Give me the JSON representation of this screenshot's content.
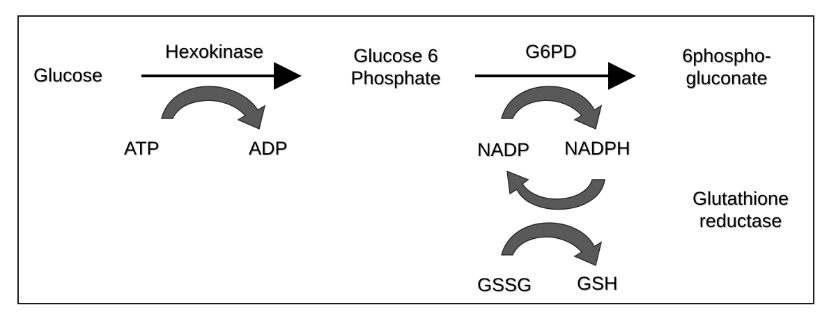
{
  "labels": {
    "glucose": "Glucose",
    "hexokinase": "Hexokinase",
    "glucose6p_line1": "Glucose 6",
    "glucose6p_line2": "Phosphate",
    "g6pd": "G6PD",
    "product_line1": "6phospho-",
    "product_line2": "gluconate",
    "atp": "ATP",
    "adp": "ADP",
    "nadp": "NADP",
    "nadph": "NADPH",
    "gr_line1": "Glutathione",
    "gr_line2": "reductase",
    "gssg": "GSSG",
    "gsh": "GSH"
  },
  "colors": {
    "border": "#1a1a1a",
    "arrow": "#000000",
    "curved_arrow_fill": "#595959",
    "curved_arrow_stroke": "#2b2b2b"
  }
}
